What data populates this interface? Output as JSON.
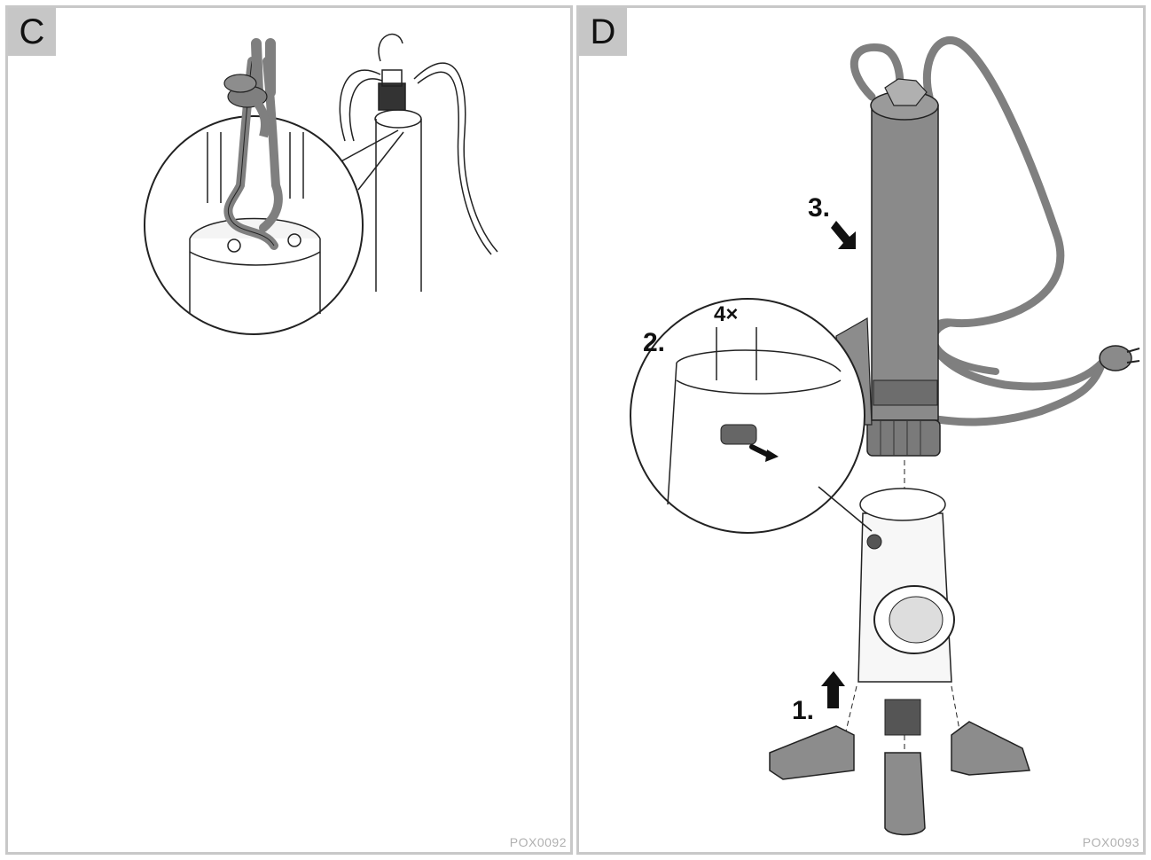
{
  "panels": {
    "c": {
      "label": "C",
      "code": "POX0092"
    },
    "d": {
      "label": "D",
      "code": "POX0093",
      "steps": {
        "s1": "1.",
        "s2": "2.",
        "s3": "3.",
        "count": "4×"
      }
    }
  },
  "colors": {
    "pump_body": "#8a8a8a",
    "cable": "#7f7f7f",
    "feet": "#8c8c8c",
    "frame": "#c8c8c8",
    "badge": "#c6c6c6"
  }
}
